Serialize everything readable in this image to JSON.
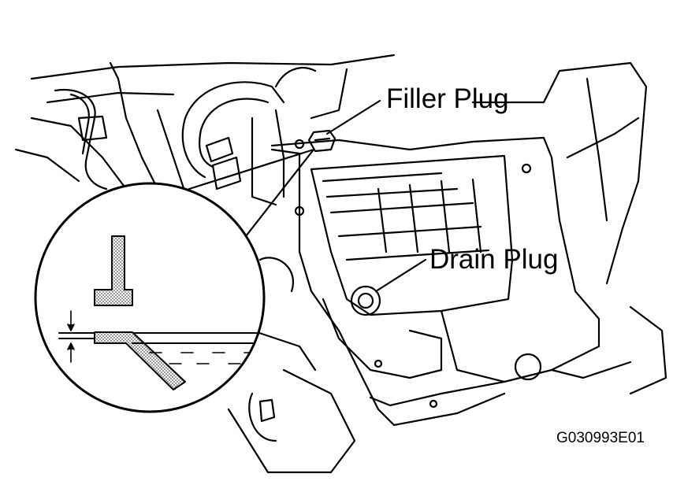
{
  "labels": {
    "filler_plug": "Filler Plug",
    "drain_plug": "Drain Plug"
  },
  "figure_code": "G030993E01",
  "colors": {
    "line": "#000000",
    "background": "#ffffff"
  }
}
